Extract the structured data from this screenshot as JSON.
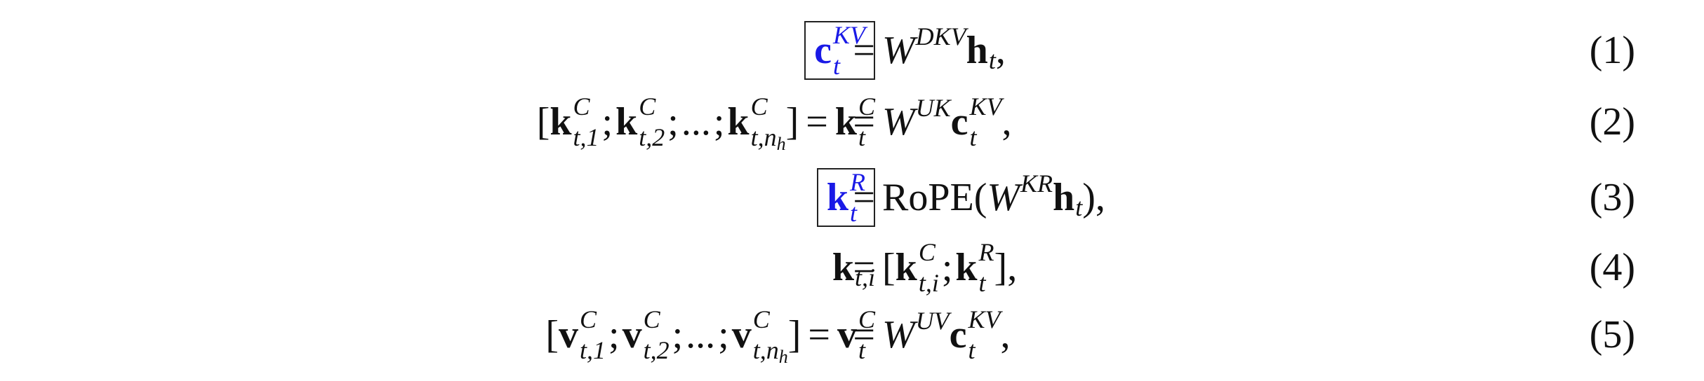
{
  "equations": [
    {
      "lhs_text": "c_t^{KV}",
      "rhs_text": "W^{DKV} h_t,",
      "tag": "(1)"
    },
    {
      "lhs_text": "[k^C_{t,1}; k^C_{t,2}; ...; k^C_{t,n_h}] = k^C_t",
      "rhs_text": "W^{UK} c_t^{KV},",
      "tag": "(2)"
    },
    {
      "lhs_text": "k_t^R",
      "rhs_text": "RoPE(W^{KR} h_t),",
      "tag": "(3)"
    },
    {
      "lhs_text": "k_{t,i}",
      "rhs_text": "[k^C_{t,i}; k_t^R],",
      "tag": "(4)"
    },
    {
      "lhs_text": "[v^C_{t,1}; v^C_{t,2}; ...; v^C_{t,n_h}] = v^C_t",
      "rhs_text": "W^{UV} c_t^{KV},",
      "tag": "(5)"
    }
  ],
  "highlight_color": "#1a1ae6"
}
